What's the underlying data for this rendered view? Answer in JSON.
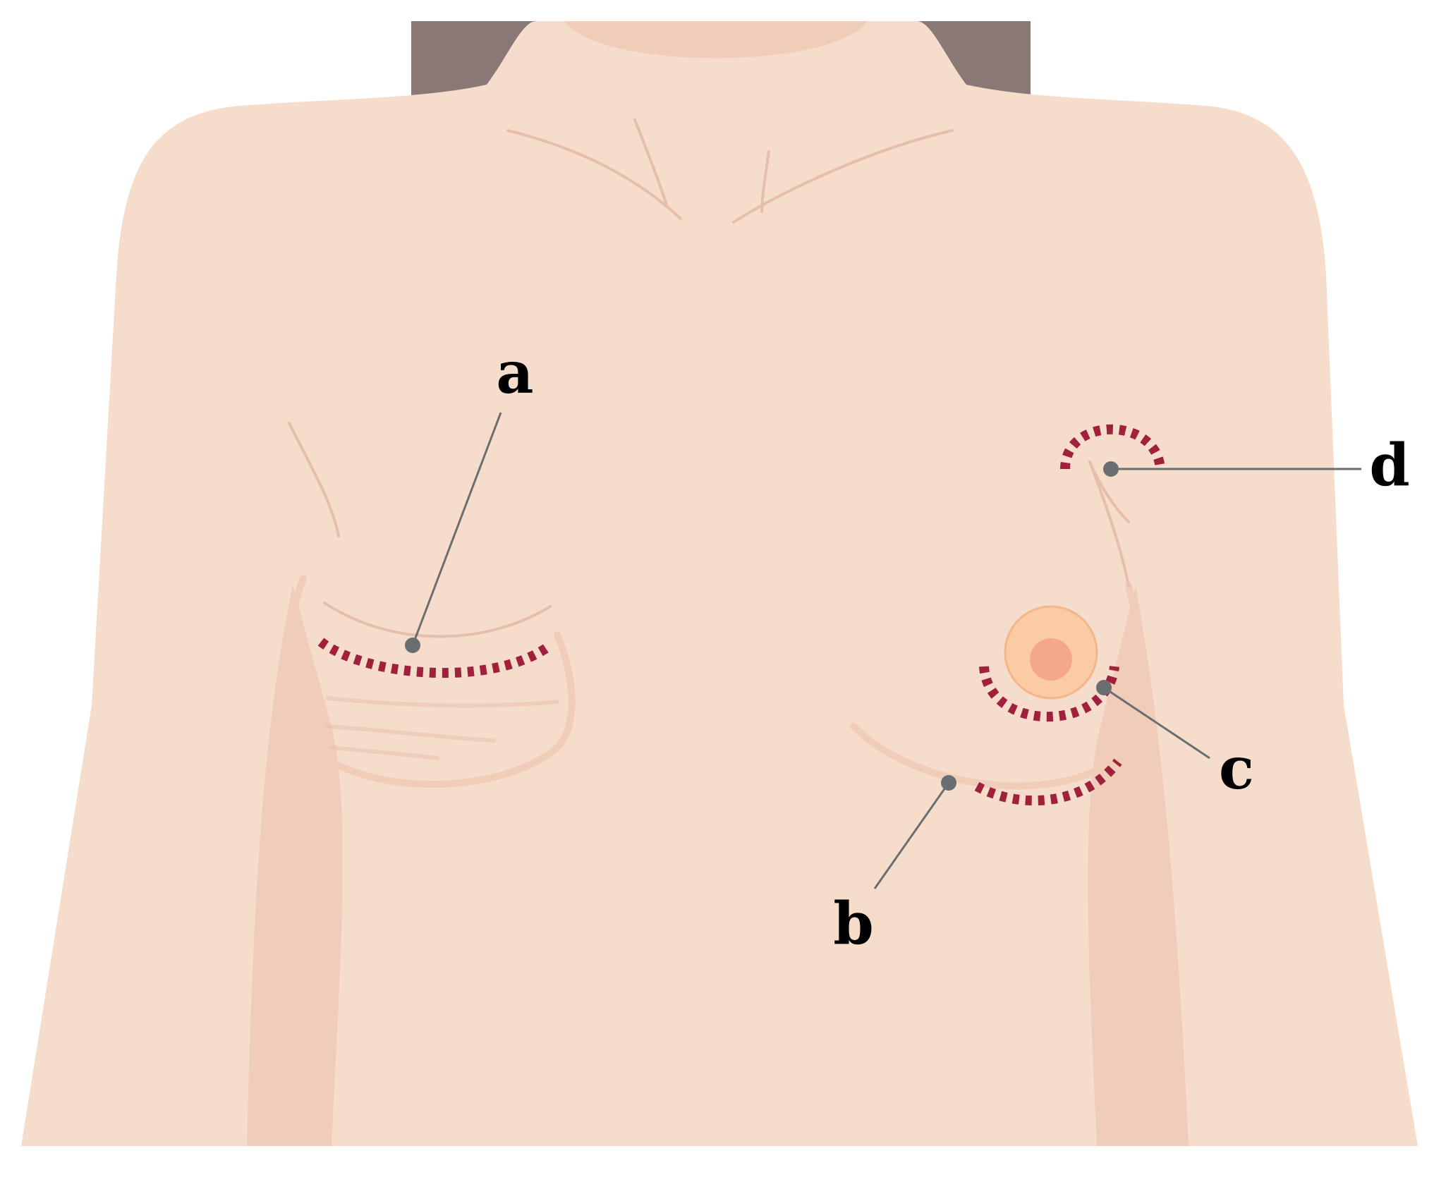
{
  "colors": {
    "background": "#ffffff",
    "hair": "#8a7876",
    "skin": "#f6ddcb",
    "skin_shadow": "#efcdb8",
    "skin_line": "#e5bfaa",
    "incision": "#a0213b",
    "leader": "#6b6e70",
    "areola": "#fbcca4",
    "areola_ring": "#f2b68a",
    "nipple": "#f4a88a"
  },
  "labels": {
    "a": "a",
    "b": "b",
    "c": "c",
    "d": "d"
  },
  "icons": {
    "figure": "torso-illustration",
    "incision_mark": "dashed-incision-line",
    "pointer": "leader-line-with-dot"
  }
}
